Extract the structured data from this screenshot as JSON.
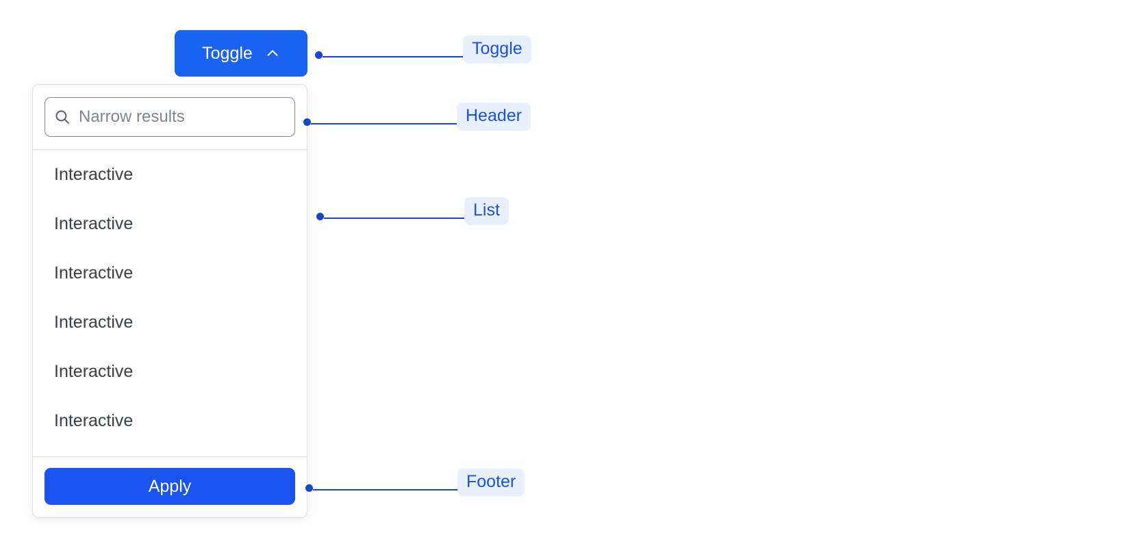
{
  "toggle": {
    "label": "Toggle",
    "icon": "chevron-up-icon"
  },
  "panel": {
    "header": {
      "search": {
        "icon": "search-icon",
        "placeholder": "Narrow results",
        "value": ""
      }
    },
    "list": {
      "items": [
        {
          "label": "Interactive"
        },
        {
          "label": "Interactive"
        },
        {
          "label": "Interactive"
        },
        {
          "label": "Interactive"
        },
        {
          "label": "Interactive"
        },
        {
          "label": "Interactive"
        }
      ]
    },
    "footer": {
      "apply_label": "Apply"
    }
  },
  "annotations": [
    {
      "label": "Toggle"
    },
    {
      "label": "Header"
    },
    {
      "label": "List"
    },
    {
      "label": "Footer"
    }
  ],
  "colors": {
    "primary_blue": "#1a62f2",
    "apply_blue": "#1a53f0",
    "annotation_line": "#1846c8",
    "annotation_pill_bg": "#e9f0fd",
    "annotation_pill_text": "#1a53e0",
    "panel_border": "#dfe1e5",
    "input_border": "#80868b",
    "text": "#3c4043",
    "placeholder": "#80868b"
  }
}
